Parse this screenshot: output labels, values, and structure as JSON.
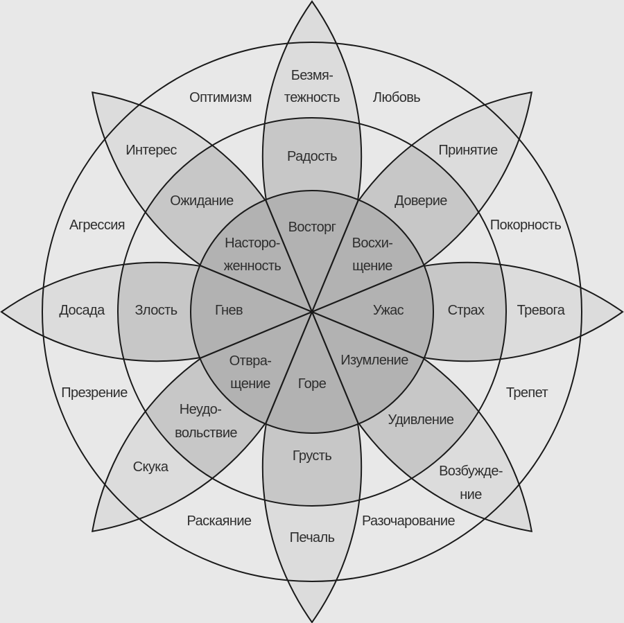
{
  "colors": {
    "background": "#e8e8e8",
    "outer_petal": "#dcdcdc",
    "middle_petal": "#c7c7c7",
    "inner_disc": "#b2b2b2",
    "stroke": "#1a1a1a",
    "text": "#2e2e2e"
  },
  "inner": {
    "top": "Восторг",
    "top_right": [
      "Восхи-",
      "щение"
    ],
    "right": "Ужас",
    "bottom_right": "Изумление",
    "bottom": "Горе",
    "bottom_left": [
      "Отвра-",
      "щение"
    ],
    "left": "Гнев",
    "top_left": [
      "Насторо-",
      "женность"
    ]
  },
  "middle": {
    "top": "Радость",
    "top_right": "Доверие",
    "right": "Страх",
    "bottom_right": "Удивление",
    "bottom": "Грусть",
    "bottom_left": [
      "Неудо-",
      "вольствие"
    ],
    "left": "Злость",
    "top_left": "Ожидание"
  },
  "outer": {
    "top": [
      "Безмя-",
      "тежность"
    ],
    "top_right": "Принятие",
    "right": "Тревога",
    "bottom_right": [
      "Возбужде-",
      "ние"
    ],
    "bottom": "Печаль",
    "bottom_left": "Скука",
    "left": "Досада",
    "top_left": "Интерес"
  },
  "dyads": {
    "top_right": "Любовь",
    "right_top": "Покорность",
    "right_bottom": "Трепет",
    "bottom_right": "Разочарование",
    "bottom_left": "Раскаяние",
    "left_bottom": "Презрение",
    "left_top": "Агрессия",
    "top_left": "Оптимизм"
  }
}
